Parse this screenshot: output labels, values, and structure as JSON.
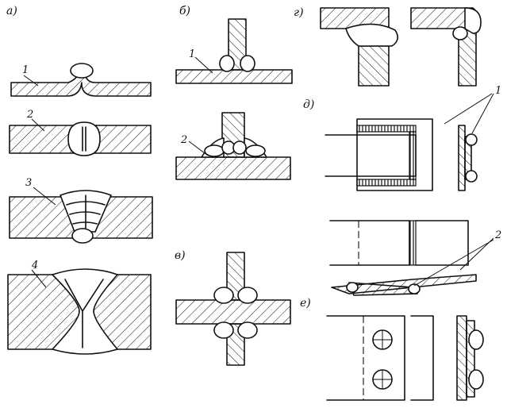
{
  "panels": {
    "a": "а)",
    "b": "б)",
    "v": "в)",
    "g": "г)",
    "d": "д)",
    "e": "е)"
  },
  "callouts": {
    "a1": "1",
    "a2": "2",
    "a3": "3",
    "a4": "4",
    "b1": "1",
    "b2": "2",
    "d1": "1",
    "d2": "2"
  }
}
